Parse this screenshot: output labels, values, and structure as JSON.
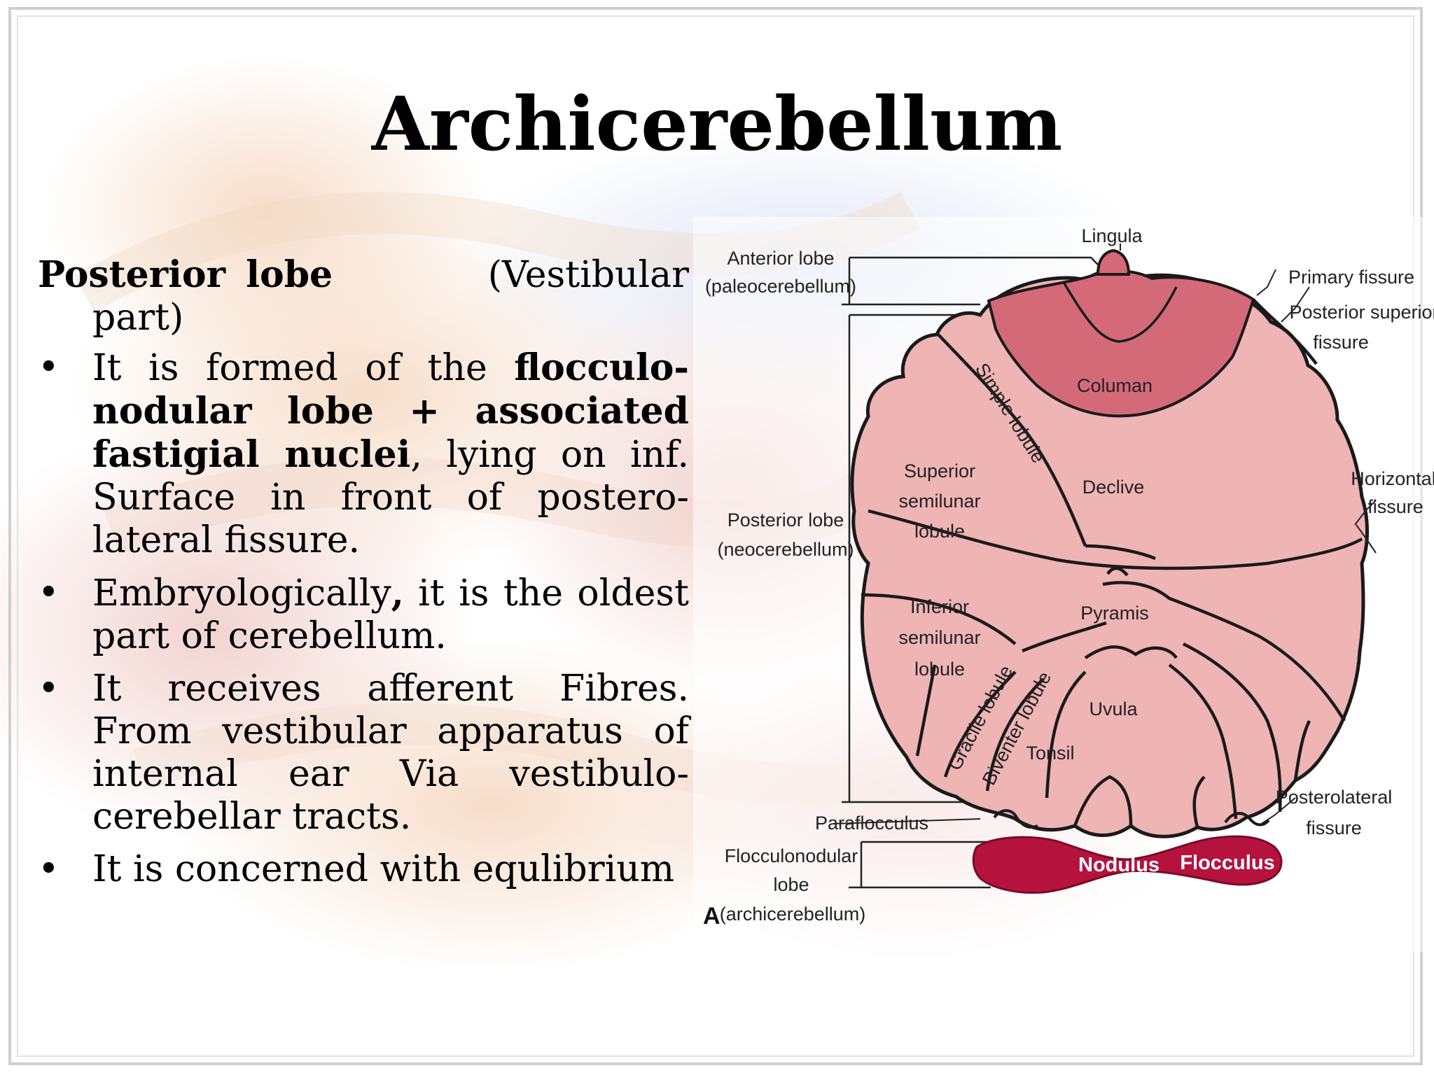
{
  "slide": {
    "title": "Archicerebellum",
    "heading": {
      "bold": "Posterior lobe",
      "normal": "(Vestibular part)"
    },
    "bullet_glyph": "•",
    "bullets": [
      {
        "t1": "It is formed of the ",
        "b1": "flocculo-nodular lobe + associated fastigial nuclei",
        "t2": ", lying on inf. Surface in front of postero-lateral fissure."
      },
      {
        "t1": "Embryologically",
        "b1": ",",
        "t2": " it is the oldest part of cerebellum."
      },
      {
        "t1": "It receives afferent Fibres. From vestibular apparatus of internal ear Via vestibulo-cerebellar tracts.",
        "b1": "",
        "t2": ""
      },
      {
        "t1": "It is concerned with equlibrium",
        "b1": "",
        "t2": ""
      }
    ]
  },
  "diagram": {
    "panel_letter": "A",
    "labels": {
      "anterior_lobe_1": "Anterior lobe",
      "anterior_lobe_2": "(paleocerebellum)",
      "posterior_lobe_1": "Posterior lobe",
      "posterior_lobe_2": "(neocerebellum)",
      "flocculonodular_1": "Flocculonodular",
      "flocculonodular_2": "lobe",
      "flocculonodular_3": "(archicerebellum)",
      "lingula": "Lingula",
      "primary_fissure": "Primary fissure",
      "posterior_superior_1": "Posterior superior",
      "posterior_superior_2": "fissure",
      "horizontal_1": "Horizontal",
      "horizontal_2": "fissure",
      "posterolateral_1": "Posterolateral",
      "posterolateral_2": "fissure",
      "columan": "Columan",
      "declive": "Declive",
      "simple_lobule": "Simple lobule",
      "superior_1": "Superior",
      "superior_2": "semilunar",
      "superior_3": "lobule",
      "inferior_1": "Inferior",
      "inferior_2": "semilunar",
      "inferior_3": "lobule",
      "pyramis": "Pyramis",
      "uvula": "Uvula",
      "gracile": "Gracile lobule",
      "biventer": "Biventer lobule",
      "tonsil": "Tonsil",
      "paraflocculus": "Paraflocculus",
      "nodulus": "Nodulus",
      "flocculus": "Flocculus"
    },
    "colors": {
      "light_lobe": "#efb4b4",
      "dark_lobe": "#d46a78",
      "nodule": "#b5123e",
      "outline": "#1a1a1a"
    }
  }
}
